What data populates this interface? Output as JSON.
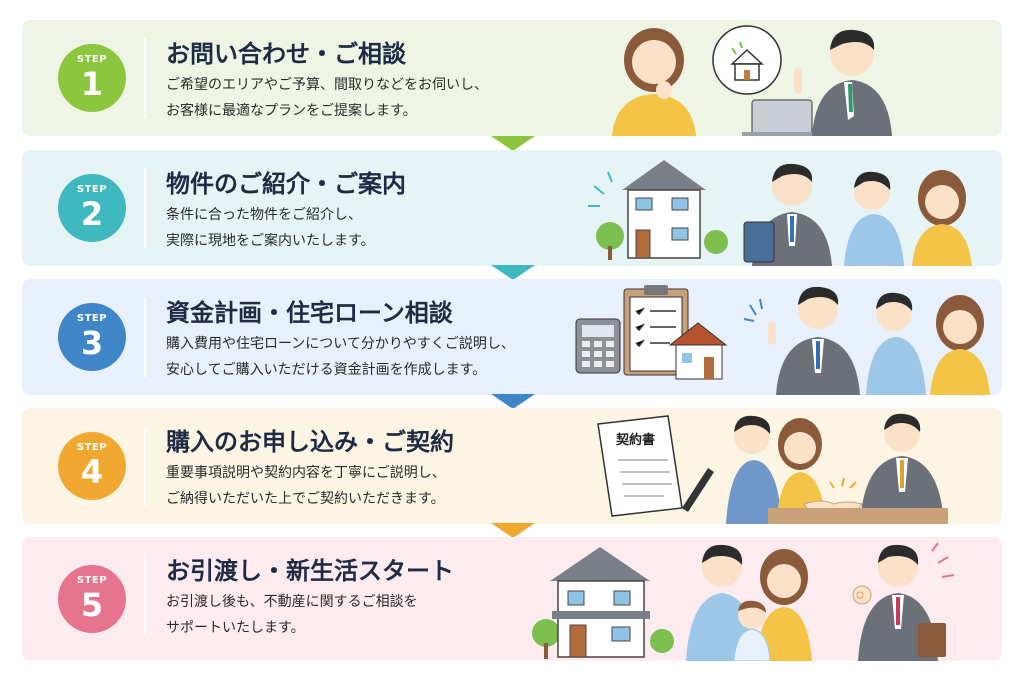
{
  "step_label": "STEP",
  "steps": [
    {
      "num": "1",
      "title": "お問い合わせ・ご相談",
      "desc1": "ご希望のエリアやご予算、間取りなどをお伺いし、",
      "desc2": "お客様に最適なプランをご提案します。",
      "bg": "#eef5e4",
      "accent": "#8cc63f"
    },
    {
      "num": "2",
      "title": "物件のご紹介・ご案内",
      "desc1": "条件に合った物件をご紹介し、",
      "desc2": "実際に現地をご案内いたします。",
      "bg": "#e6f4f6",
      "accent": "#3fb8c0"
    },
    {
      "num": "3",
      "title": "資金計画・住宅ローン相談",
      "desc1": "購入費用や住宅ローンについて分かりやすくご説明し、",
      "desc2": "安心してご購入いただける資金計画を作成します。",
      "bg": "#e8f1fb",
      "accent": "#3f86c8"
    },
    {
      "num": "4",
      "title": "購入のお申し込み・ご契約",
      "desc1": "重要事項説明や契約内容を丁寧にご説明し、",
      "desc2": "ご納得いただいた上でご契約いただきます。",
      "bg": "#fdf5e4",
      "accent": "#f0a830"
    },
    {
      "num": "5",
      "title": "お引渡し・新生活スタート",
      "desc1": "お引渡し後も、不動産に関するご相談を",
      "desc2": "サポートいたします。",
      "bg": "#fcecef",
      "accent": "#e7748f"
    }
  ],
  "contract_doc_label": "契約書",
  "icons": [
    "house-speech-icon",
    "laptop-icon",
    "house-icon",
    "tablet-icon",
    "clipboard-icon",
    "calculator-icon",
    "contract-icon",
    "pen-icon",
    "handshake-icon",
    "ok-gesture-icon"
  ]
}
